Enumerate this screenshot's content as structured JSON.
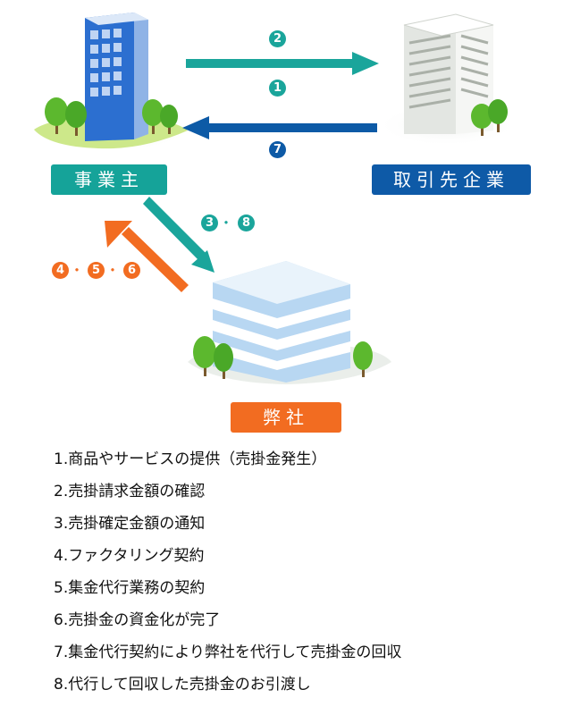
{
  "nodes": {
    "business_owner": "事業主",
    "client_company": "取引先企業",
    "our_company": "弊社"
  },
  "badges": {
    "owner_to_client": "2",
    "client_step1": "1",
    "client_to_owner": "7",
    "owner_to_company_a": "3",
    "owner_to_company_b": "8",
    "company_to_owner_a": "4",
    "company_to_owner_b": "5",
    "company_to_owner_c": "6",
    "separator": "・"
  },
  "colors": {
    "teal": "#1aa59b",
    "blue": "#0d5aa6",
    "orange": "#f26c21"
  },
  "steps": [
    "1.商品やサービスの提供（売掛金発生）",
    "2.売掛請求金額の確認",
    "3.売掛確定金額の通知",
    "4.ファクタリング契約",
    "5.集金代行業務の契約",
    "6.売掛金の資金化が完了",
    "7.集金代行契約により弊社を代行して売掛金の回収",
    "8.代行して回収した売掛金のお引渡し"
  ]
}
